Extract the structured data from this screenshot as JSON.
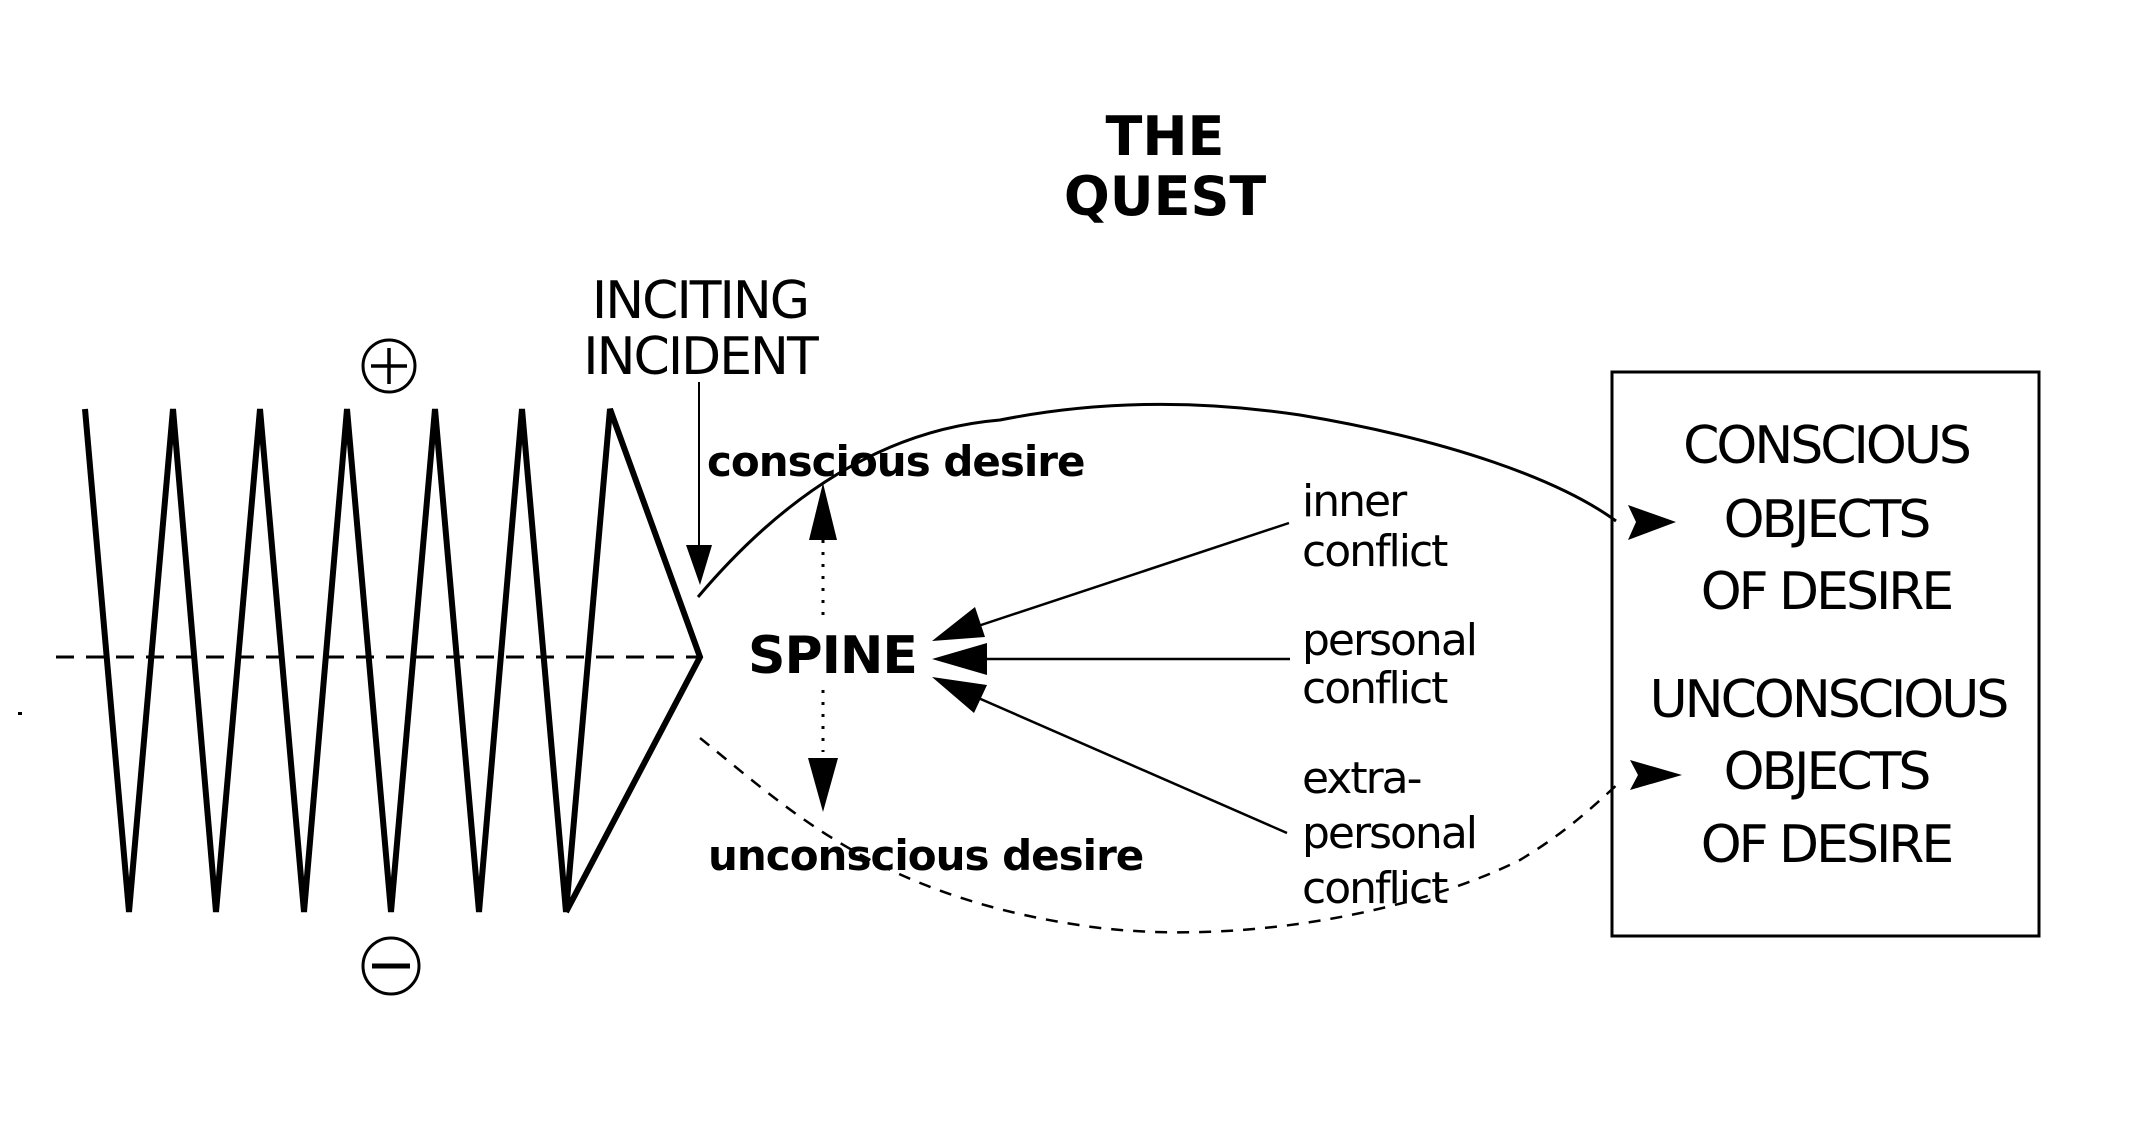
{
  "diagram": {
    "title_lines": [
      "THE",
      "QUEST"
    ],
    "inciting_incident_lines": [
      "INCITING",
      "INCIDENT"
    ],
    "positive_symbol": "+",
    "negative_symbol": "−",
    "conscious_desire": "conscious desire",
    "unconscious_desire": "unconscious desire",
    "spine": "SPINE",
    "conflicts": {
      "inner": [
        "inner",
        "conflict"
      ],
      "personal": [
        "personal",
        "conflict"
      ],
      "extra_personal": [
        "extra-",
        "personal",
        "conflict"
      ]
    },
    "objects_box": {
      "conscious": [
        "CONSCIOUS",
        "OBJECTS",
        "OF DESIRE"
      ],
      "unconscious": [
        "UNCONSCIOUS",
        "OBJECTS",
        "OF DESIRE"
      ]
    },
    "colors": {
      "ink": "#000000",
      "background": "#ffffff"
    }
  }
}
